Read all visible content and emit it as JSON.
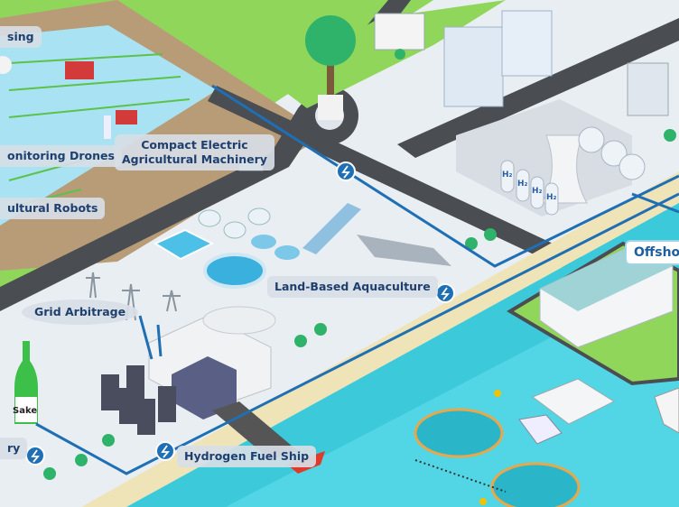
{
  "labels": {
    "sensing": "sing",
    "monitoring_drones": "onitoring Drones",
    "compact_machinery_line1": "Compact Electric",
    "compact_machinery_line2": "Agricultural Machinery",
    "agricultural_robots": "ultural Robots",
    "land_based_aquaculture": "Land-Based Aquaculture",
    "grid_arbitrage": "Grid Arbitrage",
    "hydrogen_fuel_ship": "Hydrogen Fuel Ship",
    "brewery_partial": "ry",
    "offshore_partial": "Offshor",
    "sake_bottle": "Sake",
    "hydrogen_tank": "H₂"
  },
  "colors": {
    "grass": "#8fd65a",
    "farm_soil": "#b89c78",
    "paddy_water": "#a9e2f2",
    "road": "#4a4d52",
    "sea": "#3ccadb",
    "power_line": "#1f6fb5",
    "label_text": "#1f3f6e"
  }
}
